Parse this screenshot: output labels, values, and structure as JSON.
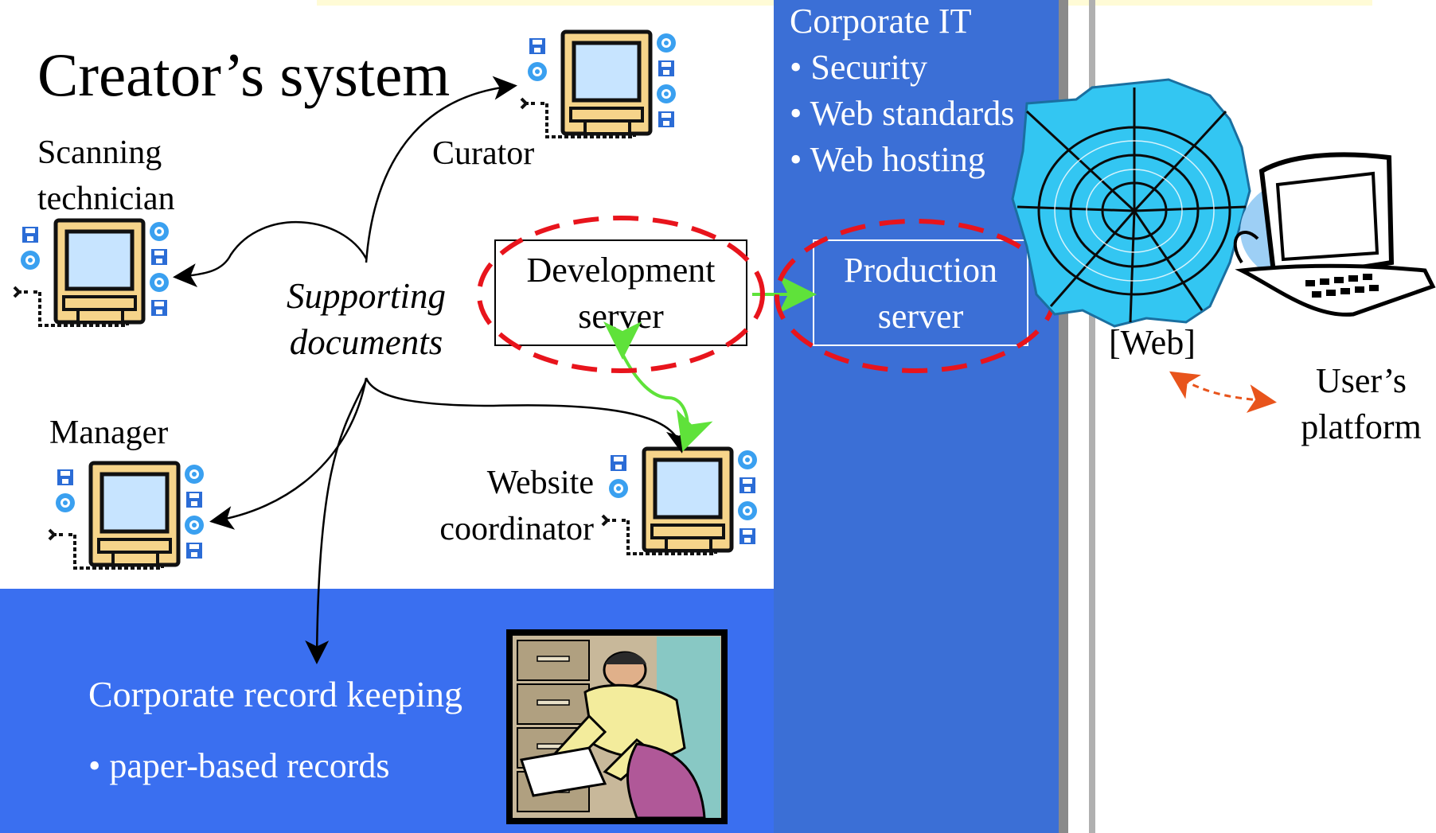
{
  "creator": {
    "title": "Creator’s system"
  },
  "roles": {
    "scanning_line1": "Scanning",
    "scanning_line2": "technician",
    "curator": "Curator",
    "manager": "Manager",
    "website_line1": "Website",
    "website_line2": "coordinator"
  },
  "supporting": {
    "line1": "Supporting",
    "line2": "documents"
  },
  "servers": {
    "dev_line1": "Development",
    "dev_line2": "server",
    "prod_line1": "Production",
    "prod_line2": "server"
  },
  "corporate_it": {
    "title": "Corporate IT",
    "items": [
      "• Security",
      "• Web standards",
      "• Web hosting"
    ]
  },
  "records": {
    "title": "Corporate record keeping",
    "item": "• paper-based records"
  },
  "web": {
    "label": "[Web]"
  },
  "user": {
    "line1": "User’s",
    "line2": "platform"
  },
  "colors": {
    "corporate_it_panel": "#3b6fd6",
    "records_panel": "#3a6ff0",
    "dashed_ellipse": "#e8141c",
    "green_arrow": "#5fe23a",
    "computer_frame": "#f6d48a",
    "computer_screen": "#c7e4ff",
    "web_background": "#33c6f2"
  },
  "icons": {
    "computer": "computer-workstation-icon",
    "web": "spider-web-icon",
    "user_computer": "desktop-computer-icon",
    "clerk": "filing-clerk-clipart"
  }
}
